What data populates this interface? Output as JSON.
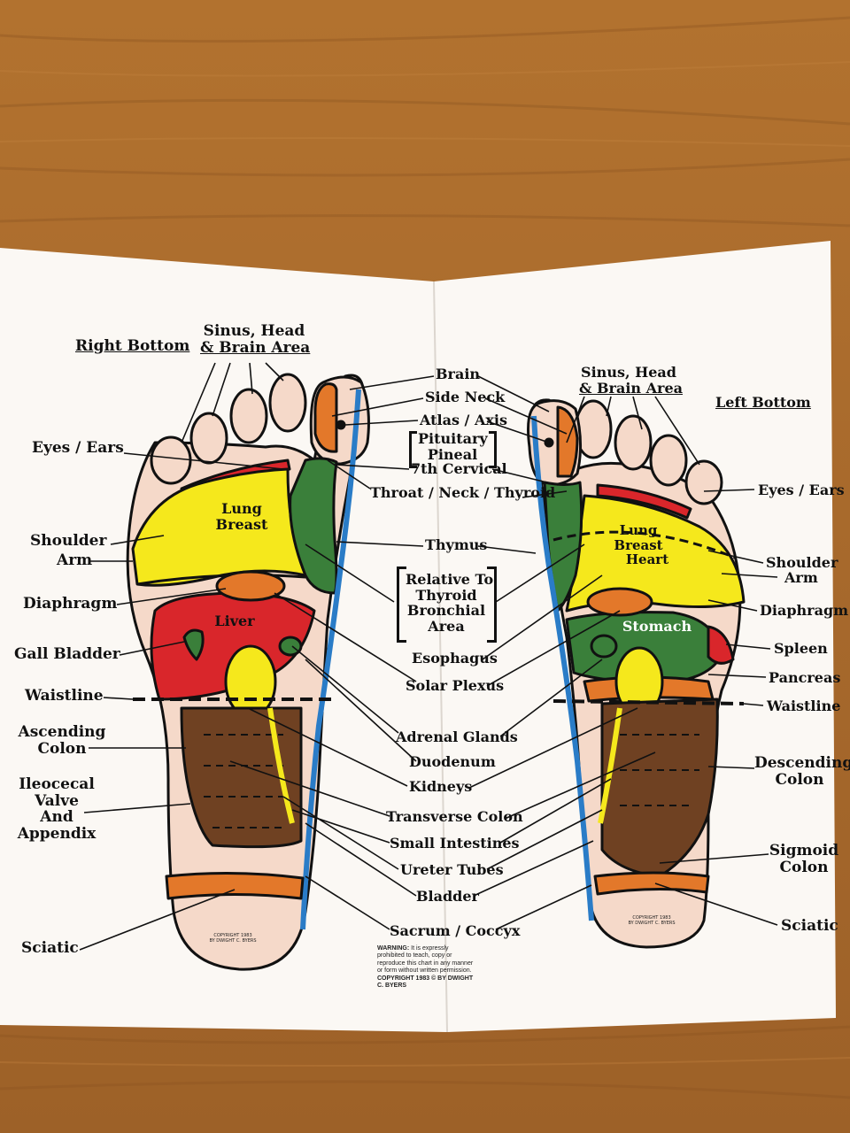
{
  "left_page": {
    "title": "Right Bottom",
    "sinus": [
      "Sinus, Head",
      "& Brain Area"
    ],
    "labels": {
      "eyes_ears": "Eyes / Ears",
      "shoulder": "Shoulder",
      "arm": "Arm",
      "diaphragm": "Diaphragm",
      "gall_bladder": "Gall Bladder",
      "waistline": "Waistline",
      "ascending_colon": [
        "Ascending",
        "Colon"
      ],
      "ileocecal": [
        "Ileocecal",
        "Valve",
        "And",
        "Appendix"
      ],
      "sciatic": "Sciatic"
    },
    "inner": {
      "lung_breast": [
        "Lung",
        "Breast"
      ],
      "liver": "Liver"
    },
    "copyright": [
      "COPYRIGHT 1983",
      "BY DWIGHT C. BYERS"
    ]
  },
  "center": {
    "brain": "Brain",
    "side_neck": "Side Neck",
    "atlas_axis": "Atlas / Axis",
    "pituitary_pineal": [
      "Pituitary",
      "Pineal"
    ],
    "seventh_cervical": "7th Cervical",
    "throat_neck_thyroid": "Throat / Neck / Thyroid",
    "thymus": "Thymus",
    "relative_to_thyroid": [
      "Relative To",
      "Thyroid",
      "Bronchial",
      "Area"
    ],
    "esophagus": "Esophagus",
    "solar_plexus": "Solar Plexus",
    "adrenal_glands": "Adrenal Glands",
    "duodenum": "Duodenum",
    "kidneys": "Kidneys",
    "transverse_colon": "Transverse Colon",
    "small_intestines": "Small Intestines",
    "ureter_tubes": "Ureter Tubes",
    "bladder": "Bladder",
    "sacrum_coccyx": "Sacrum / Coccyx"
  },
  "warning": {
    "heading": "WARNING:",
    "text": "It is expressly prohibited to teach, copy or reproduce this chart in any manner or form without written permission.",
    "copyright": "COPYRIGHT 1983 © BY DWIGHT C. BYERS"
  },
  "right_page": {
    "title": "Left Bottom",
    "sinus": [
      "Sinus, Head",
      "& Brain Area"
    ],
    "labels": {
      "eyes_ears": "Eyes / Ears",
      "shoulder": "Shoulder",
      "arm": "Arm",
      "diaphragm": "Diaphragm",
      "spleen": "Spleen",
      "pancreas": "Pancreas",
      "waistline": "Waistline",
      "descending_colon": [
        "Descending",
        "Colon"
      ],
      "sigmoid_colon": [
        "Sigmoid",
        "Colon"
      ],
      "sciatic": "Sciatic"
    },
    "inner": {
      "lung_breast_heart": [
        "Lung",
        "Breast",
        "Heart"
      ],
      "stomach": "Stomach"
    },
    "copyright": [
      "COPYRIGHT 1983",
      "BY DWIGHT C. BYERS"
    ]
  },
  "colors": {
    "wood": "#a86a2e",
    "paper": "#fbf8f4",
    "skin": "#f5d9c9",
    "yellow": "#f5e81c",
    "red": "#d9262b",
    "green": "#3a7f3a",
    "brown": "#6f4122",
    "orange": "#e3782a",
    "blue": "#2a7cc7"
  }
}
